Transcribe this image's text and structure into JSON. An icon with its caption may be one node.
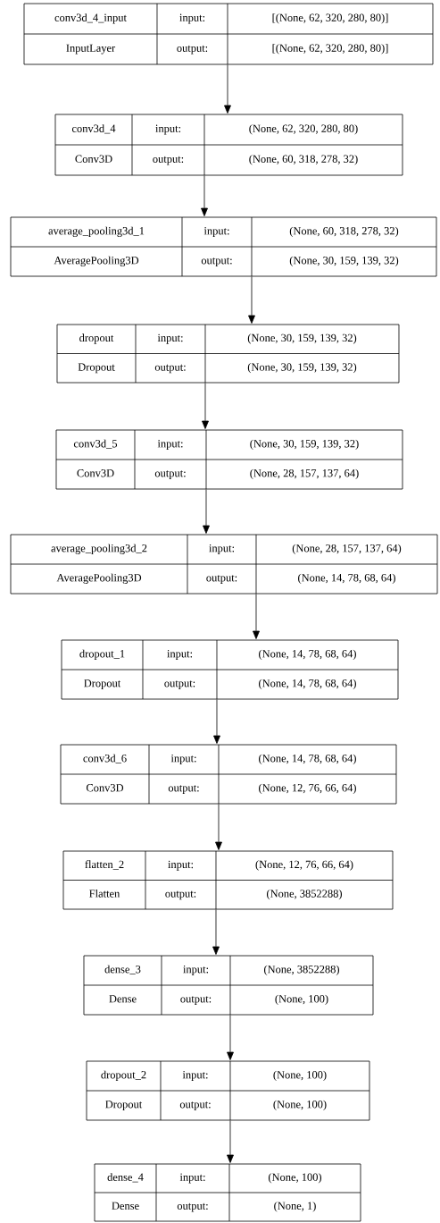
{
  "diagram": {
    "nodes": [
      {
        "text": [
          "conv3d_4_input",
          "input:",
          "[(None, 62, 320, 280, 80)]",
          "InputLayer",
          "output:",
          "[(None, 62, 320, 280, 80)]"
        ]
      },
      {
        "text": [
          "conv3d_4",
          "input:",
          "(None, 62, 320, 280, 80)",
          "Conv3D",
          "output:",
          "(None, 60, 318, 278, 32)"
        ]
      },
      {
        "text": [
          "average_pooling3d_1",
          "input:",
          "(None, 60, 318, 278, 32)",
          "AveragePooling3D",
          "output:",
          "(None, 30, 159, 139, 32)"
        ]
      },
      {
        "text": [
          "dropout",
          "input:",
          "(None, 30, 159, 139, 32)",
          "Dropout",
          "output:",
          "(None, 30, 159, 139, 32)"
        ]
      },
      {
        "text": [
          "conv3d_5",
          "input:",
          "(None, 30, 159, 139, 32)",
          "Conv3D",
          "output:",
          "(None, 28, 157, 137, 64)"
        ]
      },
      {
        "text": [
          "average_pooling3d_2",
          "input:",
          "(None, 28, 157, 137, 64)",
          "AveragePooling3D",
          "output:",
          "(None, 14, 78, 68, 64)"
        ]
      },
      {
        "text": [
          "dropout_1",
          "input:",
          "(None, 14, 78, 68, 64)",
          "Dropout",
          "output:",
          "(None, 14, 78, 68, 64)"
        ]
      },
      {
        "text": [
          "conv3d_6",
          "input:",
          "(None, 14, 78, 68, 64)",
          "Conv3D",
          "output:",
          "(None, 12, 76, 66, 64)"
        ]
      },
      {
        "text": [
          "flatten_2",
          "input:",
          "(None, 12, 76, 66, 64)",
          "Flatten",
          "output:",
          "(None, 3852288)"
        ]
      },
      {
        "text": [
          "dense_3",
          "input:",
          "(None, 3852288)",
          "Dense",
          "output:",
          "(None, 100)"
        ]
      },
      {
        "text": [
          "dropout_2",
          "input:",
          "(None, 100)",
          "Dropout",
          "output:",
          "(None, 100)"
        ]
      },
      {
        "text": [
          "dense_4",
          "input:",
          "(None, 100)",
          "Dense",
          "output:",
          "(None, 1)"
        ]
      }
    ],
    "edges": [
      {
        "from": 0,
        "to": 1,
        "arrow": "to"
      },
      {
        "from": 1,
        "to": 2,
        "arrow": "to"
      },
      {
        "from": 2,
        "to": 3,
        "arrow": "to"
      },
      {
        "from": 3,
        "to": 4,
        "arrow": "to"
      },
      {
        "from": 4,
        "to": 5,
        "arrow": "to"
      },
      {
        "from": 5,
        "to": 6,
        "arrow": "to"
      },
      {
        "from": 6,
        "to": 7,
        "arrow": "to"
      },
      {
        "from": 7,
        "to": 8,
        "arrow": "to"
      },
      {
        "from": 8,
        "to": 9,
        "arrow": "to"
      },
      {
        "from": 9,
        "to": 10,
        "arrow": "to"
      },
      {
        "from": 10,
        "to": 11,
        "arrow": "to"
      }
    ]
  }
}
